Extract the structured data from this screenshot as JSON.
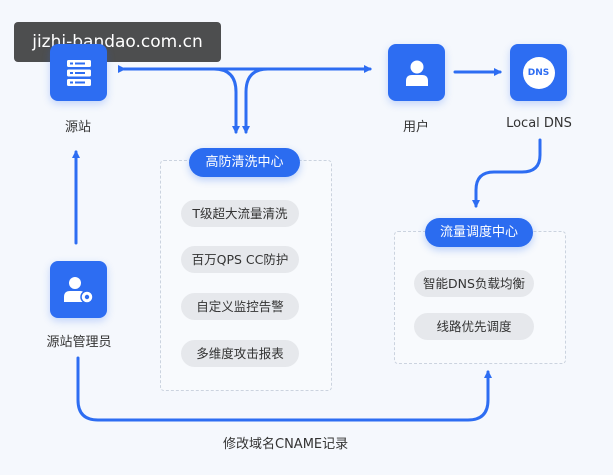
{
  "watermark": "jizhi-bandao.com.cn",
  "nodes": {
    "origin": "源站",
    "user": "用户",
    "local_dns": "Local DNS",
    "dns_badge": "DNS",
    "origin_admin": "源站管理员"
  },
  "protection_center": {
    "title": "高防清洗中心",
    "items": [
      "T级超大流量清洗",
      "百万QPS CC防护",
      "自定义监控告警",
      "多维度攻击报表"
    ]
  },
  "dispatch_center": {
    "title": "流量调度中心",
    "items": [
      "智能DNS负载均衡",
      "线路优先调度"
    ]
  },
  "edges": {
    "cname_label": "修改域名CNAME记录"
  },
  "colors": {
    "primary": "#2d6df2",
    "pill_gray": "#e6e8ec",
    "background": "#f5f8fd"
  }
}
